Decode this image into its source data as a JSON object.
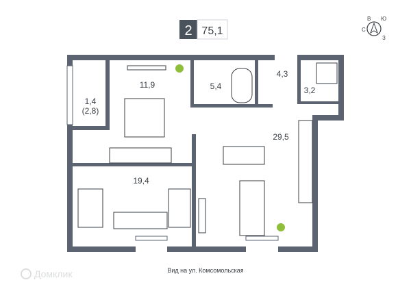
{
  "header": {
    "rooms_count": "2",
    "total_area": "75,1"
  },
  "compass": {
    "north": "С",
    "south": "Ю",
    "west": "З",
    "east": "В"
  },
  "rooms": {
    "balcony": "1,4",
    "balcony_alt": "(2,8)",
    "bedroom_small": "11,9",
    "bathroom": "5,4",
    "hall": "4,3",
    "wc": "3,2",
    "living": "29,5",
    "bedroom_large": "19,4"
  },
  "footer": {
    "view_text": "Вид на ул. Комсомольская",
    "watermark": "Домклик"
  },
  "colors": {
    "wall": "#5b6470",
    "text": "#3b4046",
    "header_bg": "#4a525b",
    "plant": "#8fbf3a"
  }
}
